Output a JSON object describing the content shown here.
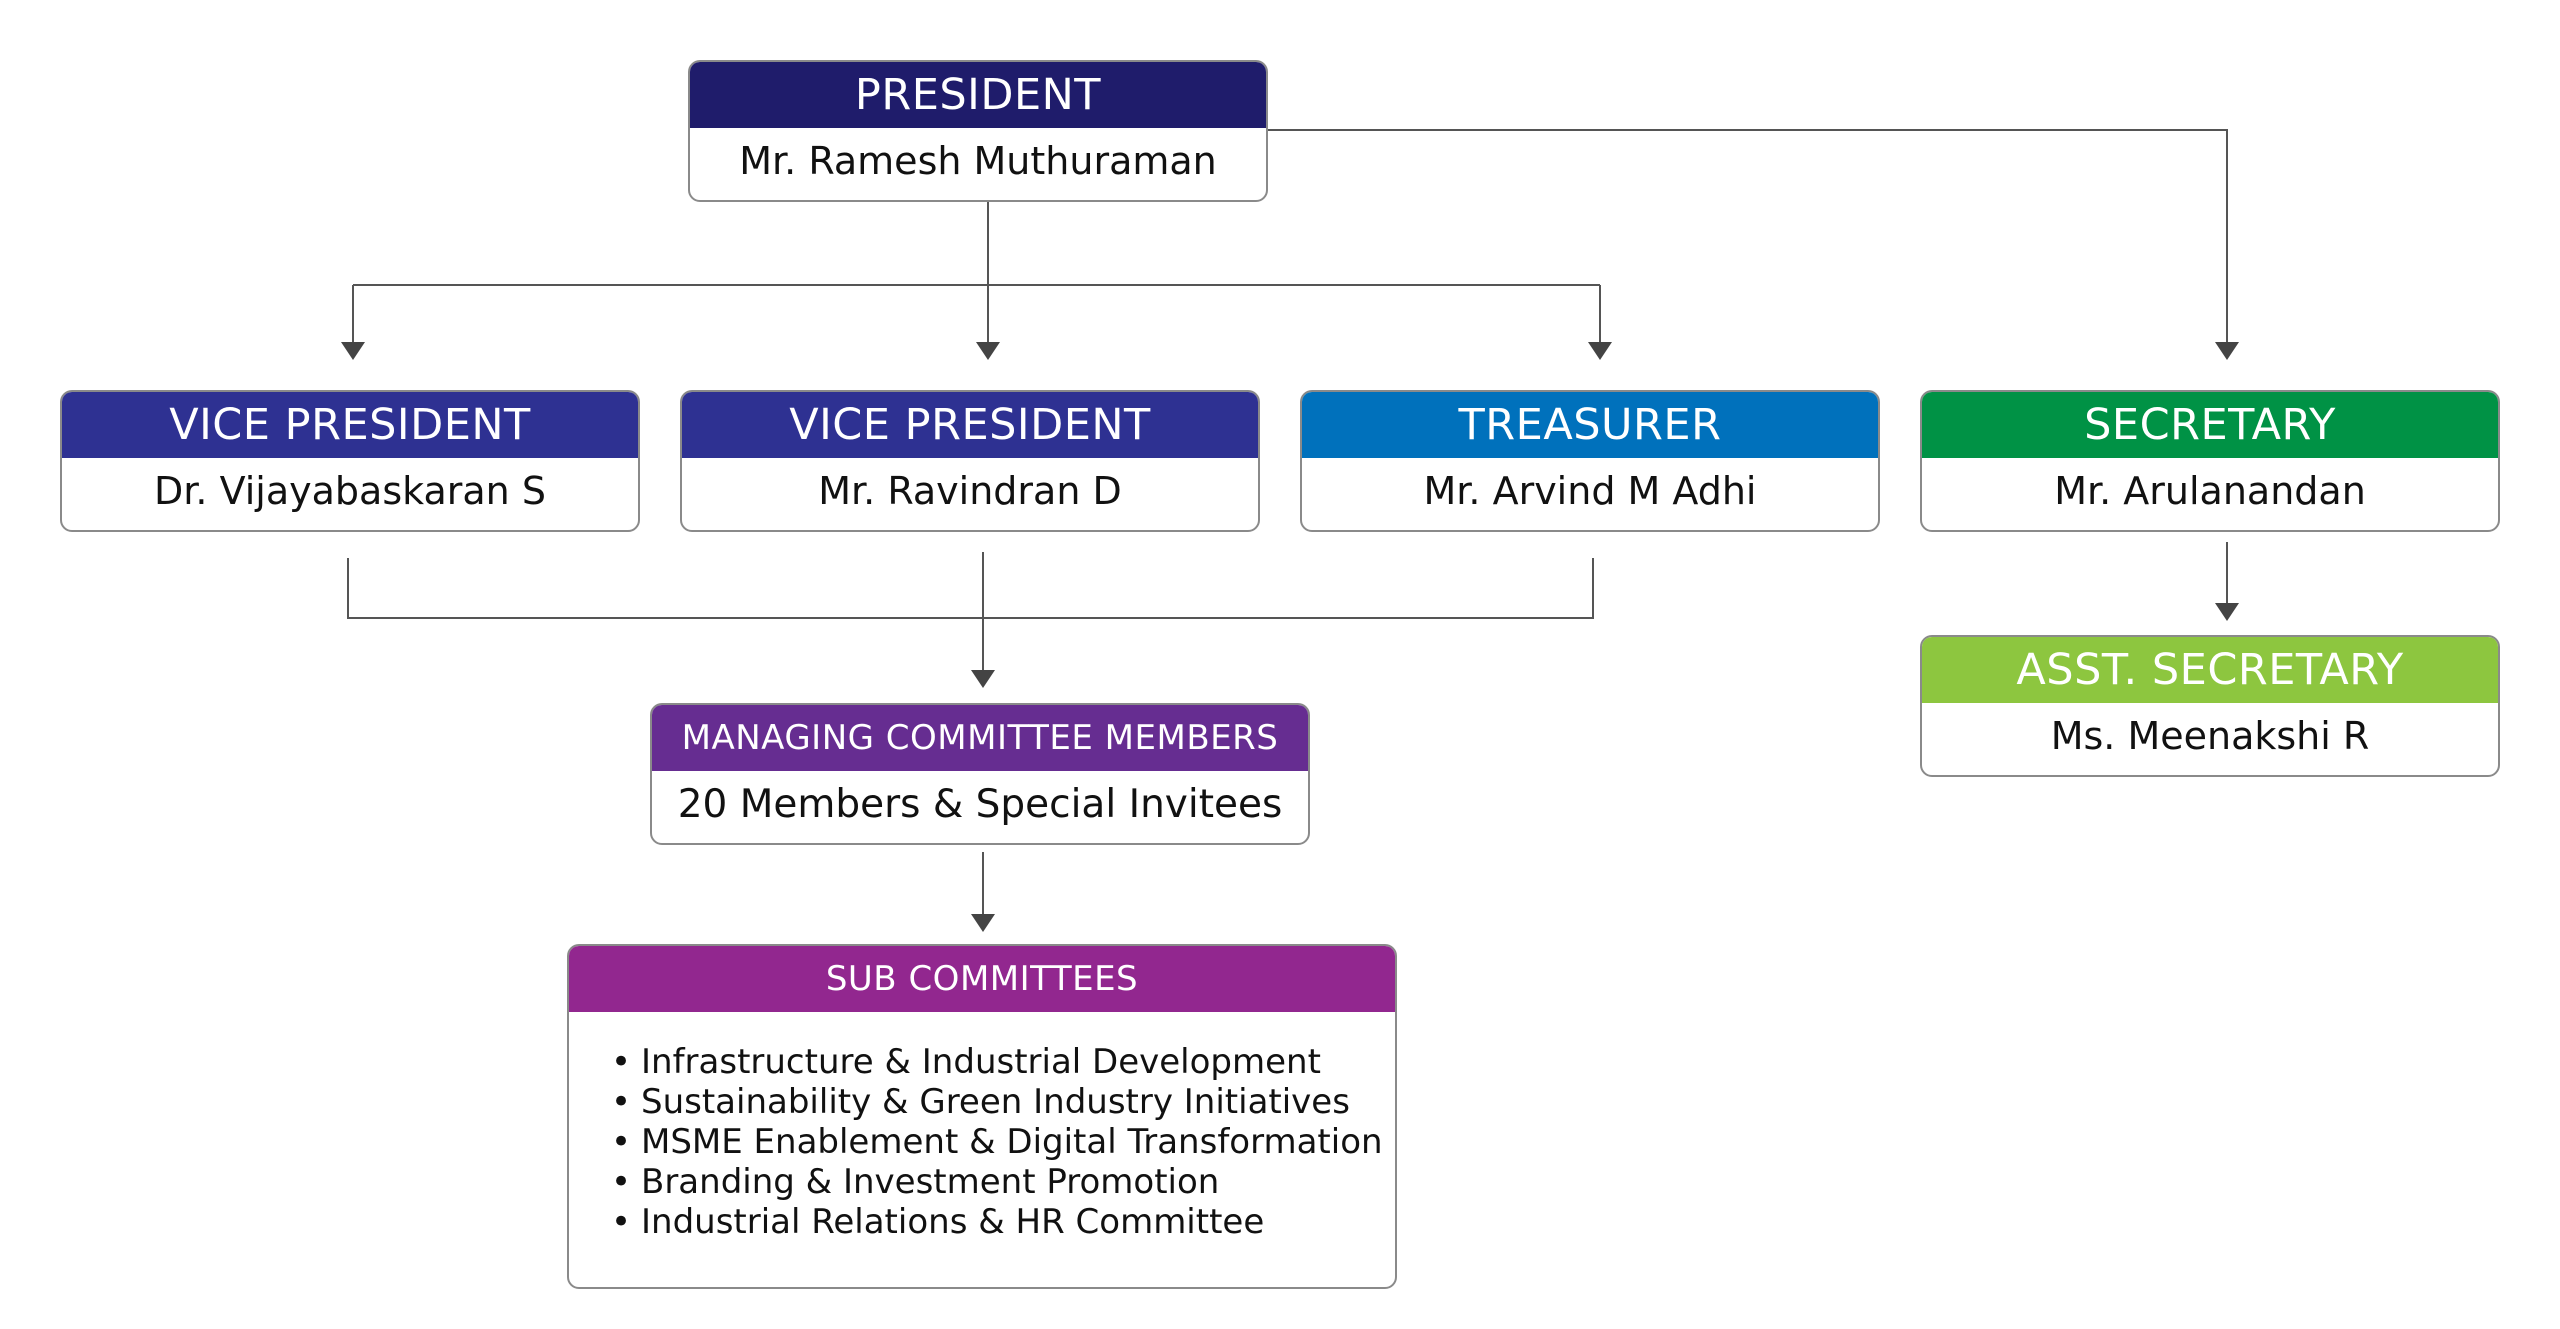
{
  "colors": {
    "president": "#1f1c6b",
    "vice_president": "#2e3192",
    "treasurer": "#0071bc",
    "secretary": "#009245",
    "asst_secretary": "#8dc63f",
    "managing": "#662d91",
    "subcommittees": "#92278f",
    "connector": "#555555"
  },
  "president": {
    "title": "PRESIDENT",
    "name": "Mr. Ramesh Muthuraman"
  },
  "vice_president_1": {
    "title": "VICE PRESIDENT",
    "name": "Dr. Vijayabaskaran S"
  },
  "vice_president_2": {
    "title": "VICE PRESIDENT",
    "name": "Mr. Ravindran D"
  },
  "treasurer": {
    "title": "TREASURER",
    "name": "Mr. Arvind M Adhi"
  },
  "secretary": {
    "title": "SECRETARY",
    "name": "Mr. Arulanandan"
  },
  "asst_secretary": {
    "title": "ASST. SECRETARY",
    "name": "Ms. Meenakshi R"
  },
  "managing_committee": {
    "title": "MANAGING COMMITTEE MEMBERS",
    "description": "20 Members & Special Invitees"
  },
  "sub_committees": {
    "title": "SUB COMMITTEES",
    "items": [
      "Infrastructure & Industrial Development",
      "Sustainability & Green Industry Initiatives",
      "MSME Enablement & Digital Transformation",
      "Branding & Investment Promotion",
      "Industrial Relations & HR Committee"
    ]
  }
}
